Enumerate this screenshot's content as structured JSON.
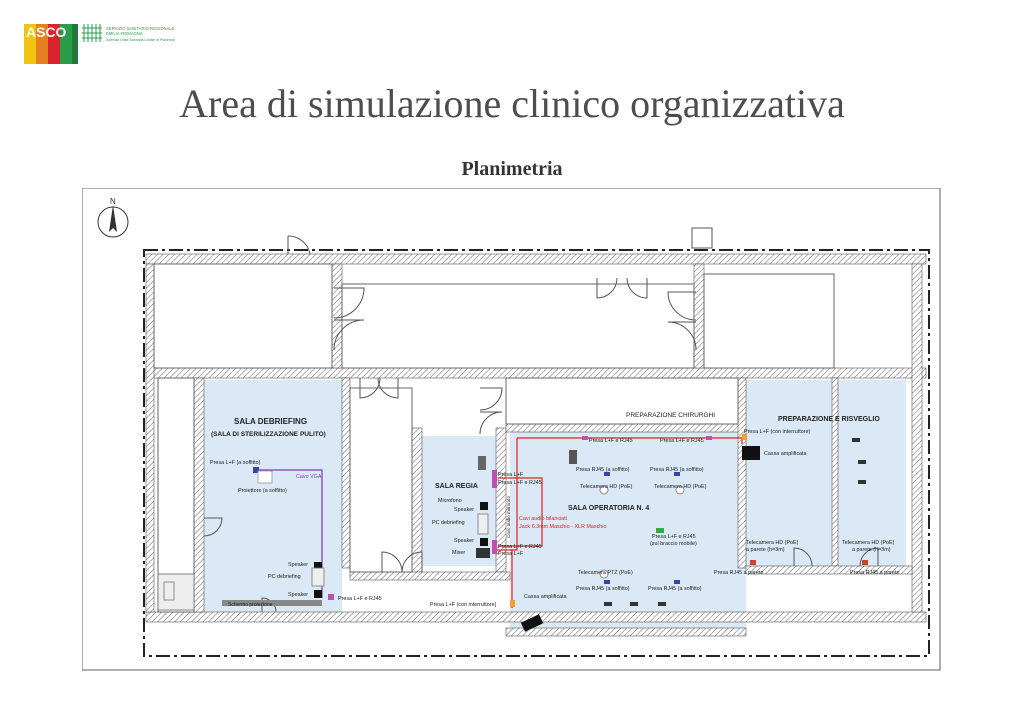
{
  "header": {
    "logo_text": "ASCO",
    "org_line1": "SERVIZIO SANITARIO REGIONALE",
    "org_line2": "EMILIA-ROMAGNA",
    "org_line3": "Azienda Unità Sanitaria Locale di Piacenza"
  },
  "title": "Area di simulazione clinico organizzativa",
  "subtitle": "Planimetria",
  "plan": {
    "north": "N",
    "rooms": {
      "debriefing_1": "SALA DEBRIEFING",
      "debriefing_2": "(SALA DI STERILIZZAZIONE PULITO)",
      "regia": "SALA REGIA",
      "operatoria": "SALA OPERATORIA N. 4",
      "prep_chirurghi": "PREPARAZIONE CHIRURGHI",
      "prep_risveglio": "PREPARAZIONE E RISVEGLIO"
    },
    "labels": {
      "deb_presa_soffitto": "Presa L+F (a soffitto)",
      "cavo_vga": "Cavo VGA",
      "proiettore": "Proiettore (a soffitto)",
      "deb_speaker_1": "Speaker",
      "deb_pc": "PC debriefing",
      "deb_speaker_2": "Speaker",
      "schermo": "Schermo proiezione",
      "deb_presa_rj45": "Presa L+F e RJ45",
      "reg_presa_lf": "Presa L+F",
      "reg_presa_lf_rj45": "Presa L+F e RJ45",
      "microfono": "Microfono",
      "reg_speaker_1": "Speaker",
      "reg_pc": "PC debriefing",
      "reg_speaker_2": "Speaker",
      "mixer": "Mixer",
      "reg_presa_rj45_2": "Presa L+F e RJ45",
      "reg_presa_lf_2": "Presa L+F",
      "cavo_mirrorato": "Cavo audio mirrorato",
      "cavi_bilanciati": "Cavi audio bilanciati",
      "jack": "Jack 6.3mm Maschio - XLR Maschio",
      "op_presa_rj45_top1": "Presa L+F e RJ45",
      "op_presa_rj45_top2": "Presa L+F e RJ45",
      "op_rj45_soff_1": "Presa RJ45 (a soffitto)",
      "op_rj45_soff_2": "Presa RJ45 (a soffitto)",
      "tele_hd_1": "Telecamera HD (PoE)",
      "tele_hd_2": "Telecamera HD (PoE)",
      "braccio_1": "Presa L+F e RJ45",
      "braccio_2": "(sul braccio mobile)",
      "tele_ptz": "Telecamera PTZ (PoE)",
      "op_rj45_soff_3": "Presa RJ45 (a soffitto)",
      "op_rj45_soff_4": "Presa RJ45 (a soffitto)",
      "presa_interruttore_1": "Presa L+F (con interruttore)",
      "cassa_1": "Cassa amplificata",
      "presa_interruttore_2": "Presa L+F (con interruttore)",
      "cassa_2": "Cassa amplificata",
      "tele_parete_1a": "Telecamera HD (PoE)",
      "tele_parete_1b": "a parete (h=3m)",
      "tele_parete_2a": "Telecamera HD (PoE)",
      "tele_parete_2b": "a parete (h=3m)",
      "rj45_parete_1": "Presa RJ45 a parete",
      "rj45_parete_2": "Presa RJ45 a parete"
    }
  },
  "colors": {
    "room_fill": "#dbe9f6",
    "wall": "#555555",
    "red_cable": "#e02020",
    "purple_cable": "#7a3fb0",
    "socket": "#3344aa",
    "socket_alt": "#c04fb0",
    "arm_socket": "#33aa44",
    "camera_wall": "#c7462b"
  }
}
